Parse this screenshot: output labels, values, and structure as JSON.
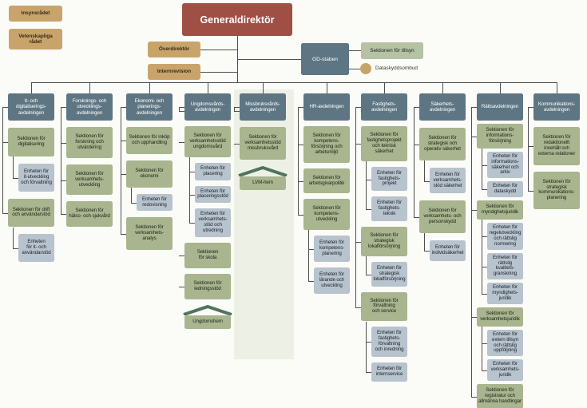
{
  "top": {
    "insynsradet": "Insynsrådet",
    "vetenskapliga_radet": "Vetenskapliga\nrådet",
    "generaldirektor": "Generaldirektör",
    "overdirektor": "Överdirektör",
    "internrevision": "Internrevision",
    "gd_staben": "GD-staben",
    "sektionen_for_tillsyn": "Sektionen för tillsyn",
    "dataskyddsombud": "Dataskyddsombud"
  },
  "colors": {
    "background": "#fbfbf8",
    "director_box": "#a04f44",
    "advisory_box": "#c9a46a",
    "department_box": "#5e7683",
    "section_box": "#a8b58e",
    "tillsyn_box": "#b5c2a4",
    "unit_box": "#b7c3cd",
    "roof": "#51735f",
    "highlight_band": "#edf1e5",
    "connector": "#4f4f4f"
  },
  "columns": [
    {
      "dept": "It- och\ndigitaliserings-\navdelningen",
      "children": [
        {
          "type": "section",
          "label": "Sektionen för\ndigitalisering",
          "units": [
            "Enheten för\nit-utveckling\noch förvaltning"
          ]
        },
        {
          "type": "section",
          "label": "Sektionen för drift\noch användarstöd",
          "units": [
            "Enheten\nför it- och\nanvändarstöd"
          ]
        }
      ]
    },
    {
      "dept": "Forsknings- och\nutvecklings-\navdelningen",
      "children": [
        {
          "type": "section",
          "label": "Sektionen för\nforskning och\nutvärdering",
          "units": []
        },
        {
          "type": "section",
          "label": "Sektionen för\nverksamhets-\nutveckling",
          "units": []
        },
        {
          "type": "section",
          "label": "Sektionen för\nhälso- och sjukvård",
          "units": []
        }
      ]
    },
    {
      "dept": "Ekonomi- och\nplanerings-\navdelningen",
      "children": [
        {
          "type": "section",
          "label": "Sektionen för inköp\noch upphandling",
          "units": []
        },
        {
          "type": "section",
          "label": "Sektionen för\nekonomi",
          "units": [
            "Enheten för\nredovisning"
          ]
        },
        {
          "type": "section",
          "label": "Sektionen för\nverksamhets-\nanalys",
          "units": []
        }
      ]
    },
    {
      "dept": "Ungdomsvårds-\navdelningen",
      "children": [
        {
          "type": "section",
          "label": "Sektionen för\nverksamhetsstöd\nungdomsvård",
          "units": [
            "Enheten för\nplacering",
            "Enheten för\nplaceringsstöd",
            "Enheten för\nverksamhets-\nstöd och\nutredning"
          ]
        },
        {
          "type": "section",
          "label": "Sektionen\nför skola",
          "units": []
        },
        {
          "type": "section",
          "label": "Sektionen för\nledningsstöd",
          "units": []
        },
        {
          "type": "hem",
          "label": "Ungdomshem",
          "units": []
        }
      ]
    },
    {
      "dept": "Missbruksvårds-\navdelningen",
      "children": [
        {
          "type": "section",
          "label": "Sektionen för\nverksamhetsstöd\nmissbruksvård",
          "units": []
        },
        {
          "type": "hem",
          "label": "LVM-hem",
          "units": []
        }
      ]
    },
    {
      "dept": "HR-avdelningen",
      "children": [
        {
          "type": "section",
          "label": "Sektionen för\nkompetens-\nförsörjning och\narbetsmiljö",
          "units": []
        },
        {
          "type": "section",
          "label": "Sektionen för\narbetsgivarpolitik",
          "units": []
        },
        {
          "type": "section",
          "label": "Sektionen för\nkompetens-\nutveckling",
          "units": [
            "Enheten för\nkompetens-\nplanering",
            "Enheten för\nlärande och\nutveckling"
          ]
        }
      ]
    },
    {
      "dept": "Fastighets-\navdelningen",
      "children": [
        {
          "type": "section",
          "label": "Sektionen för\nfastighetsprojekt\noch teknisk\nsäkerhet",
          "units": [
            "Enheten för\nfastighets-\nprojekt",
            "Enheten för\nfastighets-\nteknik"
          ]
        },
        {
          "type": "section",
          "label": "Sektionen för\nstrategisk\nlokalförsörjning",
          "units": [
            "Enheten för\nstrategisk\nlokalförsörjning"
          ]
        },
        {
          "type": "section",
          "label": "Sektionen för\nförvaltning\noch service",
          "units": [
            "Enheten för\nfastighets-\nförvaltning\noch inredning",
            "Enheten för\ninternservice"
          ]
        }
      ]
    },
    {
      "dept": "Säkerhets-\navdelningen",
      "children": [
        {
          "type": "section",
          "label": "Sektionen för\nstrategisk och\noperativ säkerhet",
          "units": [
            "Enheten för\nverksamhets-\nstöd säkerhet"
          ]
        },
        {
          "type": "section",
          "label": "Sektionen för\nverksamhets- och\npersonskydd",
          "units": [
            "Enheten för\nindividsäkerhet"
          ]
        }
      ]
    },
    {
      "dept": "Rättsavdelningen",
      "children": [
        {
          "type": "section",
          "label": "Sektionen för\ninformations-\nförsörjning",
          "units": [
            "Enheten för\ninformations-\nsäkerhet och arkiv",
            "Enheten för\ndataskydd"
          ]
        },
        {
          "type": "section",
          "label": "Sektionen för\nmyndighetsjuridik",
          "units": [
            "Enheten för\nregelutveckling\noch rättslig\nnormering",
            "Enheten för\nrättslig\nkvalitets-\ngranskning",
            "Enheten för\nmyndighets-\njuridik"
          ]
        },
        {
          "type": "section",
          "label": "Sektionen för\nverksamhetsjuridik",
          "units": [
            "Enheten för\nextern tillsyn\noch rättslig\nuppföljning",
            "Enheten för\nverksamhets-\njuridik"
          ]
        },
        {
          "type": "section",
          "label": "Sektionen för\nregistratur och\nallmänna handlingar",
          "units": []
        }
      ]
    },
    {
      "dept": "Kommunikations-\navdelningen",
      "children": [
        {
          "type": "section",
          "label": "Sektionen för\nredaktionellt\ninnehåll och\nexterna relationer",
          "units": []
        },
        {
          "type": "section",
          "label": "Sektionen för\nstrategisk\nkommunikations-\nplanering",
          "units": []
        }
      ]
    }
  ]
}
